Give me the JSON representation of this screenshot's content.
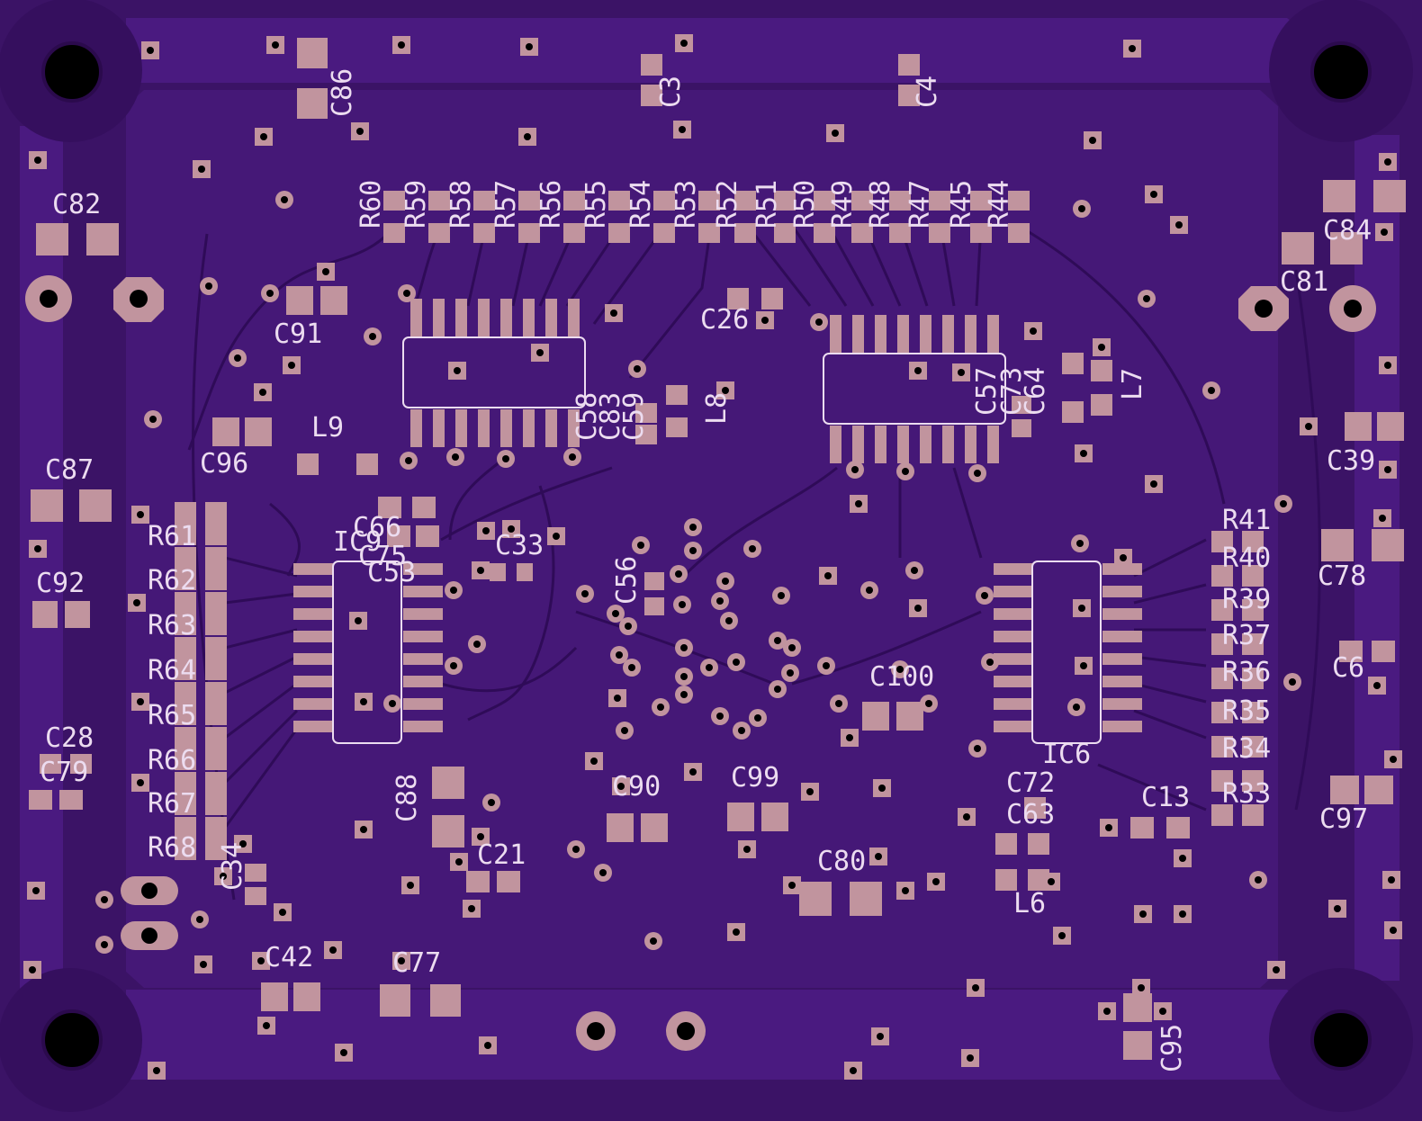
{
  "board": {
    "colors": {
      "board": "#3b1366",
      "copper_pour": "#47197a",
      "trace": "#2f0b58",
      "pad": "#c1949e",
      "silkscreen": "#ecdcf0",
      "hole": "#000000"
    }
  },
  "silkscreen": {
    "labels": [
      "C86",
      "C3",
      "C4",
      "C82",
      "C84",
      "C81",
      "C91",
      "C26",
      "C96",
      "L9",
      "C87",
      "L8",
      "L7",
      "C39",
      "R41",
      "R40",
      "R39",
      "R37",
      "R36",
      "R35",
      "R34",
      "R33",
      "C6",
      "C78",
      "C97",
      "R61",
      "R62",
      "R63",
      "R64",
      "R65",
      "R66",
      "R67",
      "R68",
      "C92",
      "C28",
      "C79",
      "IC9",
      "C33",
      "C56",
      "C53",
      "C100",
      "IC6",
      "C72",
      "C63",
      "C13",
      "C88",
      "C90",
      "C99",
      "C21",
      "C34",
      "C80",
      "L6",
      "C42",
      "C77",
      "C95",
      "R60",
      "R59",
      "R58",
      "R57",
      "R56",
      "R55",
      "R54",
      "R53",
      "R52",
      "R51",
      "R50",
      "R49",
      "R48",
      "R47",
      "R45",
      "R44",
      "C66",
      "C75",
      "C58",
      "C83",
      "C59",
      "C57",
      "C73",
      "C64"
    ]
  }
}
